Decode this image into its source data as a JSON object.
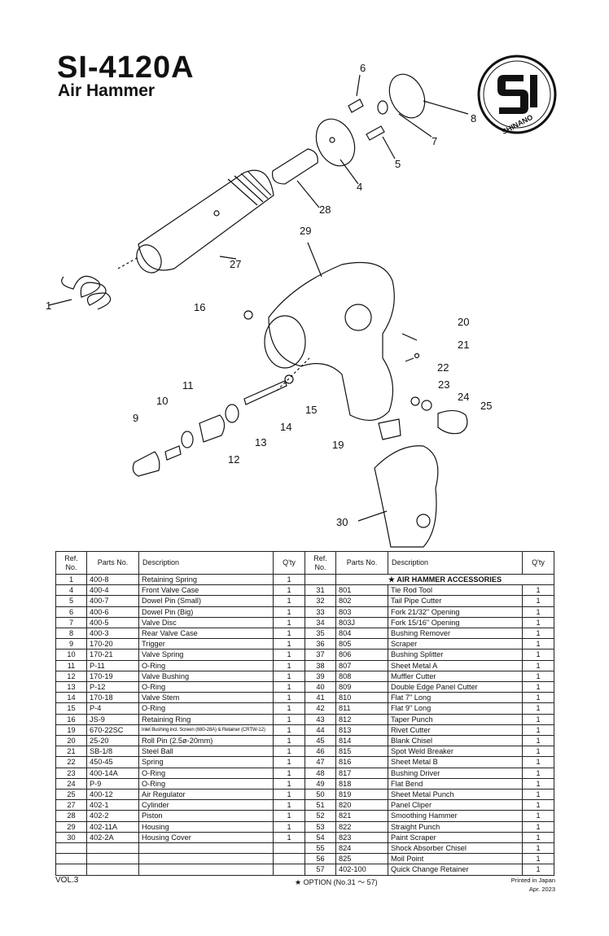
{
  "header": {
    "model": "SI-4120A",
    "product": "Air Hammer"
  },
  "logo": {
    "brand": "SHINANO",
    "mark": "SI"
  },
  "callouts": [
    "1",
    "4",
    "5",
    "6",
    "7",
    "8",
    "9",
    "10",
    "11",
    "12",
    "13",
    "14",
    "15",
    "16",
    "19",
    "20",
    "21",
    "22",
    "23",
    "24",
    "25",
    "27",
    "28",
    "29",
    "30"
  ],
  "table": {
    "headers": {
      "ref": "Ref. No.",
      "parts": "Parts No.",
      "desc": "Description",
      "qty": "Q'ty"
    },
    "left_rows": [
      {
        "ref": "1",
        "part": "400-8",
        "desc": "Retaining Spring",
        "qty": "1"
      },
      {
        "ref": "4",
        "part": "400-4",
        "desc": "Front Valve Case",
        "qty": "1"
      },
      {
        "ref": "5",
        "part": "400-7",
        "desc": "Dowel Pin (Small)",
        "qty": "1"
      },
      {
        "ref": "6",
        "part": "400-6",
        "desc": "Dowel Pin (Big)",
        "qty": "1"
      },
      {
        "ref": "7",
        "part": "400-5",
        "desc": "Valve Disc",
        "qty": "1"
      },
      {
        "ref": "8",
        "part": "400-3",
        "desc": "Rear Valve Case",
        "qty": "1"
      },
      {
        "ref": "9",
        "part": "170-20",
        "desc": "Trigger",
        "qty": "1"
      },
      {
        "ref": "10",
        "part": "170-21",
        "desc": "Valve Spring",
        "qty": "1"
      },
      {
        "ref": "11",
        "part": "P-11",
        "desc": "O-Ring",
        "qty": "1"
      },
      {
        "ref": "12",
        "part": "170-19",
        "desc": "Valve Bushing",
        "qty": "1"
      },
      {
        "ref": "13",
        "part": "P-12",
        "desc": "O-Ring",
        "qty": "1"
      },
      {
        "ref": "14",
        "part": "170-18",
        "desc": "Valve Stem",
        "qty": "1"
      },
      {
        "ref": "15",
        "part": "P-4",
        "desc": "O-Ring",
        "qty": "1"
      },
      {
        "ref": "16",
        "part": "JS-9",
        "desc": "Retaining Ring",
        "qty": "1"
      },
      {
        "ref": "19",
        "part": "670-22SC",
        "desc": "Inlet Bushing incl. Screen (680-28A) & Retainer (CRTW-12)",
        "qty": "1",
        "small": true
      },
      {
        "ref": "20",
        "part": "25-20",
        "desc": "Roll Pin (2.5ø-20mm)",
        "qty": "1"
      },
      {
        "ref": "21",
        "part": "SB-1/8",
        "desc": "Steel Ball",
        "qty": "1"
      },
      {
        "ref": "22",
        "part": "450-45",
        "desc": "Spring",
        "qty": "1"
      },
      {
        "ref": "23",
        "part": "400-14A",
        "desc": "O-Ring",
        "qty": "1"
      },
      {
        "ref": "24",
        "part": "P-9",
        "desc": "O-Ring",
        "qty": "1"
      },
      {
        "ref": "25",
        "part": "400-12",
        "desc": "Air Regulator",
        "qty": "1"
      },
      {
        "ref": "27",
        "part": "402-1",
        "desc": "Cylinder",
        "qty": "1"
      },
      {
        "ref": "28",
        "part": "402-2",
        "desc": "Piston",
        "qty": "1"
      },
      {
        "ref": "29",
        "part": "402-11A",
        "desc": "Housing",
        "qty": "1"
      },
      {
        "ref": "30",
        "part": "402-2A",
        "desc": "Housing Cover",
        "qty": "1"
      },
      {
        "ref": "",
        "part": "",
        "desc": "",
        "qty": ""
      },
      {
        "ref": "",
        "part": "",
        "desc": "",
        "qty": ""
      },
      {
        "ref": "",
        "part": "",
        "desc": "",
        "qty": ""
      }
    ],
    "accessories_title": "★ AIR HAMMER ACCESSORIES",
    "right_rows": [
      {
        "ref": "31",
        "part": "801",
        "desc": "Tie Rod Tool",
        "qty": "1"
      },
      {
        "ref": "32",
        "part": "802",
        "desc": "Tail Pipe Cutter",
        "qty": "1"
      },
      {
        "ref": "33",
        "part": "803",
        "desc": "Fork 21/32\" Opening",
        "qty": "1"
      },
      {
        "ref": "34",
        "part": "803J",
        "desc": "Fork 15/16\" Opening",
        "qty": "1"
      },
      {
        "ref": "35",
        "part": "804",
        "desc": "Bushing Remover",
        "qty": "1"
      },
      {
        "ref": "36",
        "part": "805",
        "desc": "Scraper",
        "qty": "1"
      },
      {
        "ref": "37",
        "part": "806",
        "desc": "Bushing Splitter",
        "qty": "1"
      },
      {
        "ref": "38",
        "part": "807",
        "desc": "Sheet Metal A",
        "qty": "1"
      },
      {
        "ref": "39",
        "part": "808",
        "desc": "Muffler Cutter",
        "qty": "1"
      },
      {
        "ref": "40",
        "part": "809",
        "desc": "Double Edge Panel Cutter",
        "qty": "1"
      },
      {
        "ref": "41",
        "part": "810",
        "desc": "Flat 7\" Long",
        "qty": "1"
      },
      {
        "ref": "42",
        "part": "811",
        "desc": "Flat 9\" Long",
        "qty": "1"
      },
      {
        "ref": "43",
        "part": "812",
        "desc": "Taper Punch",
        "qty": "1"
      },
      {
        "ref": "44",
        "part": "813",
        "desc": "Rivet Cutter",
        "qty": "1"
      },
      {
        "ref": "45",
        "part": "814",
        "desc": "Blank Chisel",
        "qty": "1"
      },
      {
        "ref": "46",
        "part": "815",
        "desc": "Spot Weld Breaker",
        "qty": "1"
      },
      {
        "ref": "47",
        "part": "816",
        "desc": "Sheet Metal B",
        "qty": "1"
      },
      {
        "ref": "48",
        "part": "817",
        "desc": "Bushing Driver",
        "qty": "1"
      },
      {
        "ref": "49",
        "part": "818",
        "desc": "Flat Bend",
        "qty": "1"
      },
      {
        "ref": "50",
        "part": "819",
        "desc": "Sheet Metal Punch",
        "qty": "1"
      },
      {
        "ref": "51",
        "part": "820",
        "desc": "Panel Cliper",
        "qty": "1"
      },
      {
        "ref": "52",
        "part": "821",
        "desc": "Smoothing Hammer",
        "qty": "1"
      },
      {
        "ref": "53",
        "part": "822",
        "desc": "Straight Punch",
        "qty": "1"
      },
      {
        "ref": "54",
        "part": "823",
        "desc": "Paint Scraper",
        "qty": "1"
      },
      {
        "ref": "55",
        "part": "824",
        "desc": "Shock Absorber Chisel",
        "qty": "1"
      },
      {
        "ref": "56",
        "part": "825",
        "desc": "Moil Point",
        "qty": "1"
      },
      {
        "ref": "57",
        "part": "402-100",
        "desc": "Quick Change Retainer",
        "qty": "1"
      }
    ]
  },
  "footer": {
    "volume": "VOL.3",
    "option_note": "★ OPTION (No.31 〜 57)",
    "printed": "Printed in Japan",
    "date": "Apr. 2023"
  }
}
